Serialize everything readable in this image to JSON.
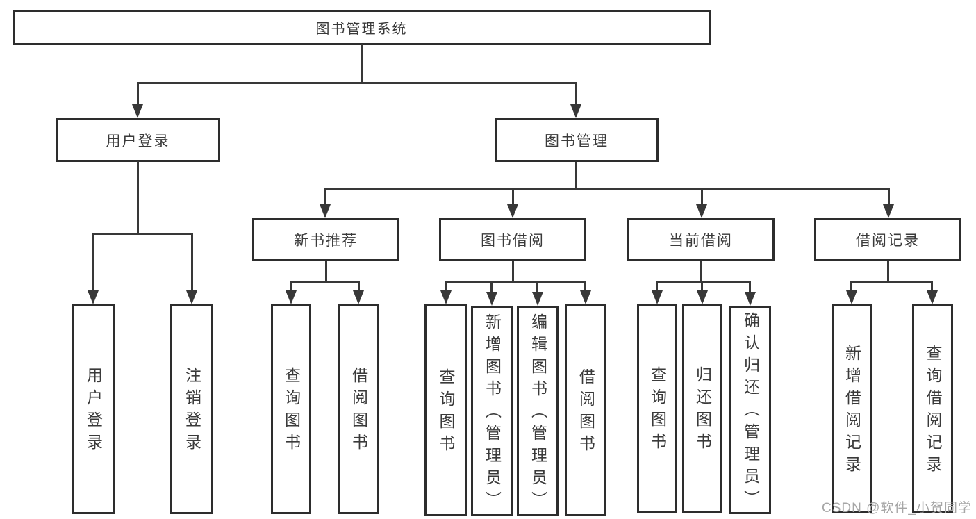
{
  "tree": {
    "label": "图书管理系统",
    "children": [
      {
        "label": "用户登录",
        "children": [
          {
            "label": "用户登录"
          },
          {
            "label": "注销登录"
          }
        ]
      },
      {
        "label": "图书管理",
        "children": [
          {
            "label": "新书推荐",
            "children": [
              {
                "label": "查询图书"
              },
              {
                "label": "借阅图书"
              }
            ]
          },
          {
            "label": "图书借阅",
            "children": [
              {
                "label": "查询图书"
              },
              {
                "label": "新增图书（管理员）"
              },
              {
                "label": "编辑图书（管理员）"
              },
              {
                "label": "借阅图书"
              }
            ]
          },
          {
            "label": "当前借阅",
            "children": [
              {
                "label": "查询图书"
              },
              {
                "label": "归还图书"
              },
              {
                "label": "确认归还（管理员）"
              }
            ]
          },
          {
            "label": "借阅记录",
            "children": [
              {
                "label": "新增借阅记录"
              },
              {
                "label": "查询借阅记录"
              }
            ]
          }
        ]
      }
    ]
  },
  "watermark": "CSDN @软件_小贺同学",
  "colors": {
    "line": "#383838",
    "box_border": "#2d2d2d",
    "text": "#3a3a3a",
    "background": "#ffffff",
    "watermark": "#a6a6a6"
  }
}
